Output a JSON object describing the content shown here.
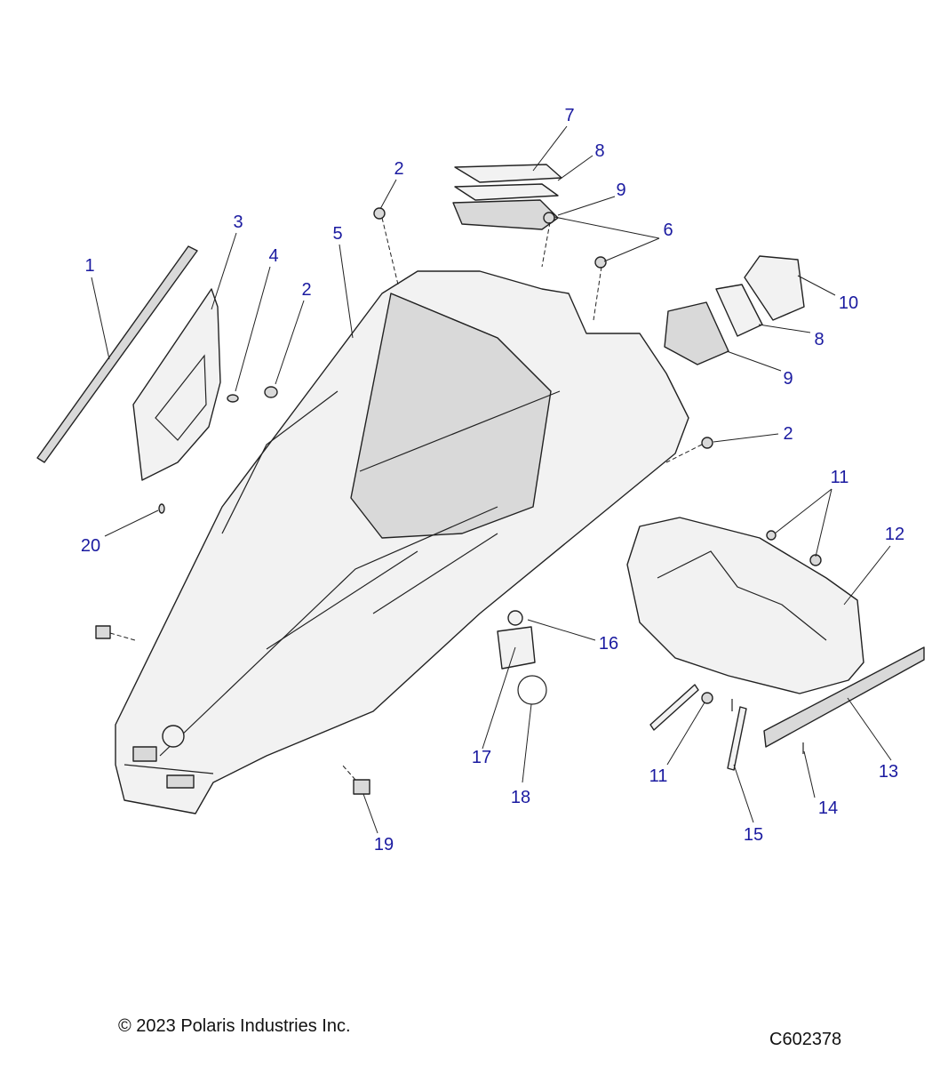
{
  "callouts": [
    {
      "label": "1"
    },
    {
      "label": "2"
    },
    {
      "label": "2"
    },
    {
      "label": "2"
    },
    {
      "label": "3"
    },
    {
      "label": "4"
    },
    {
      "label": "5"
    },
    {
      "label": "6"
    },
    {
      "label": "7"
    },
    {
      "label": "8"
    },
    {
      "label": "8"
    },
    {
      "label": "9"
    },
    {
      "label": "9"
    },
    {
      "label": "10"
    },
    {
      "label": "11"
    },
    {
      "label": "11"
    },
    {
      "label": "12"
    },
    {
      "label": "13"
    },
    {
      "label": "14"
    },
    {
      "label": "15"
    },
    {
      "label": "16"
    },
    {
      "label": "17"
    },
    {
      "label": "18"
    },
    {
      "label": "19"
    },
    {
      "label": "20"
    }
  ],
  "footer": {
    "copyright": "© 2023 Polaris Industries Inc.",
    "diagram_id": "C602378"
  },
  "colors": {
    "callout": "#1a1aa0",
    "line": "#222222",
    "part_fill": "#f2f2f2"
  }
}
